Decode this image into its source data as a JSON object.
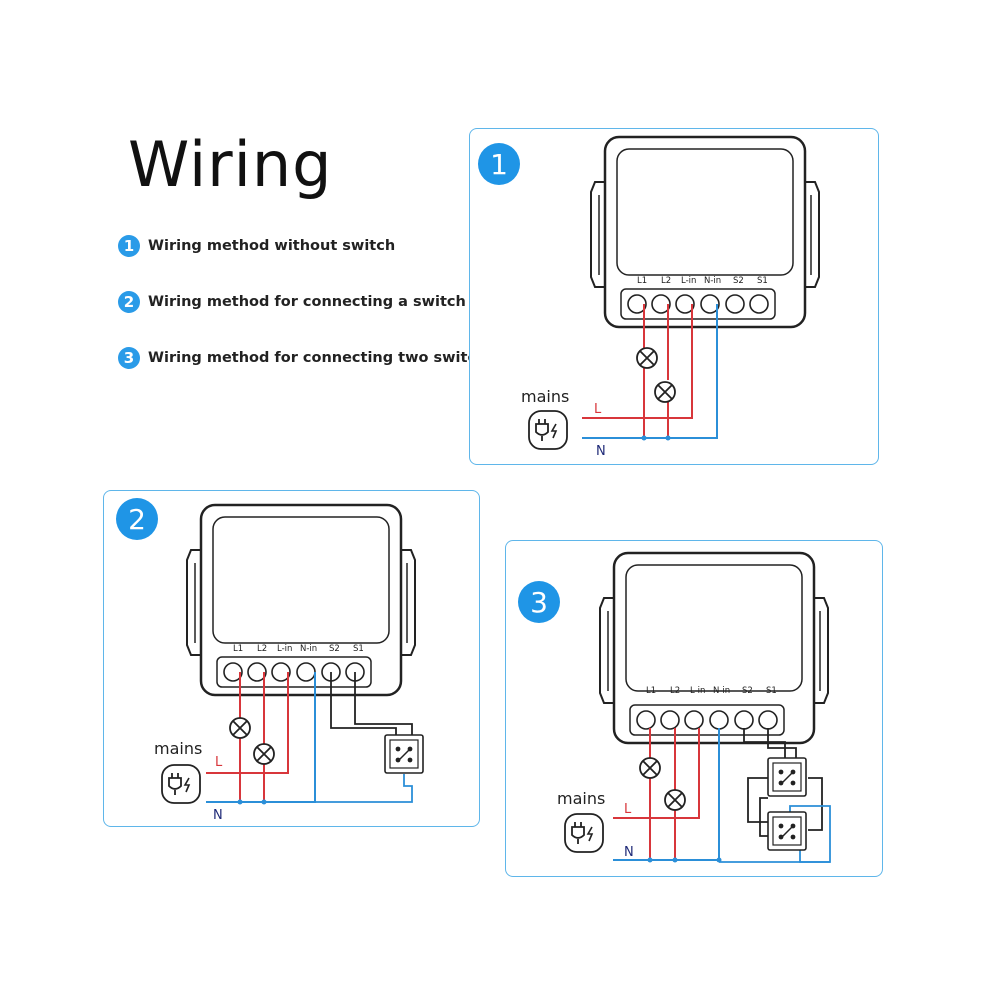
{
  "title": "Wiring",
  "legend": [
    {
      "num": "1",
      "text": "Wiring method without switch"
    },
    {
      "num": "2",
      "text": "Wiring method for connecting a switch"
    },
    {
      "num": "3",
      "text": "Wiring method for connecting two switches"
    }
  ],
  "panels": [
    {
      "badge": "1",
      "mains": "mains",
      "l_label": "L",
      "n_label": "N"
    },
    {
      "badge": "2",
      "mains": "mains",
      "l_label": "L",
      "n_label": "N"
    },
    {
      "badge": "3",
      "mains": "mains",
      "l_label": "L",
      "n_label": "N"
    }
  ],
  "terminals": [
    "L1",
    "L2",
    "L-in",
    "N-in",
    "S2",
    "S1"
  ],
  "colors": {
    "accent": "#1f95e6",
    "line": "#d8363b",
    "neutral": "#2b8fd8",
    "dark": "#222222"
  }
}
